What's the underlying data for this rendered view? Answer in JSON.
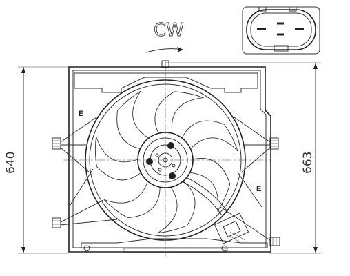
{
  "rotation": {
    "label": "CW"
  },
  "dimensions": {
    "height_left": "640",
    "height_right": "663"
  },
  "zone_labels": [
    "E",
    "E"
  ],
  "connector": {
    "pins": 4
  }
}
